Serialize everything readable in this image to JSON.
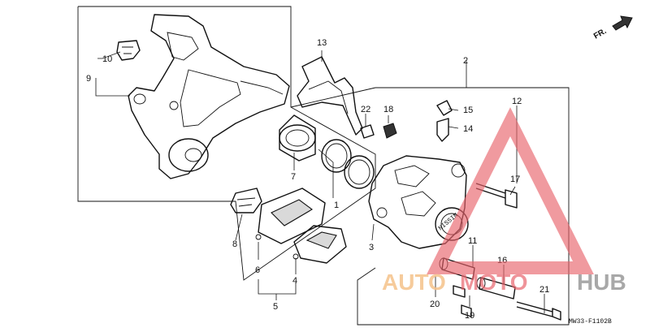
{
  "diagram": {
    "callouts": [
      {
        "id": "c1",
        "text": "1"
      },
      {
        "id": "c2",
        "text": "2"
      },
      {
        "id": "c3",
        "text": "3"
      },
      {
        "id": "c4",
        "text": "4"
      },
      {
        "id": "c5",
        "text": "5"
      },
      {
        "id": "c6",
        "text": "6"
      },
      {
        "id": "c7",
        "text": "7"
      },
      {
        "id": "c8",
        "text": "8"
      },
      {
        "id": "c9",
        "text": "9"
      },
      {
        "id": "c10",
        "text": "10"
      },
      {
        "id": "c11",
        "text": "11"
      },
      {
        "id": "c12",
        "text": "12"
      },
      {
        "id": "c13",
        "text": "13"
      },
      {
        "id": "c14",
        "text": "14"
      },
      {
        "id": "c15",
        "text": "15"
      },
      {
        "id": "c16",
        "text": "16"
      },
      {
        "id": "c17",
        "text": "17"
      },
      {
        "id": "c18",
        "text": "18"
      },
      {
        "id": "c19",
        "text": "19"
      },
      {
        "id": "c20",
        "text": "20"
      },
      {
        "id": "c21",
        "text": "21"
      },
      {
        "id": "c22",
        "text": "22"
      }
    ],
    "direction_label": "FR.",
    "drawing_code": "MW33-F1102B",
    "caliper_logo_text": "NISSIN"
  },
  "watermark": {
    "text_part1": "AUTO",
    "text_part2": "MOTO",
    "text_part3": "HUB",
    "color_orange": "#f5c28a",
    "color_red": "#e8616a",
    "color_gray": "#9a9a9a"
  }
}
